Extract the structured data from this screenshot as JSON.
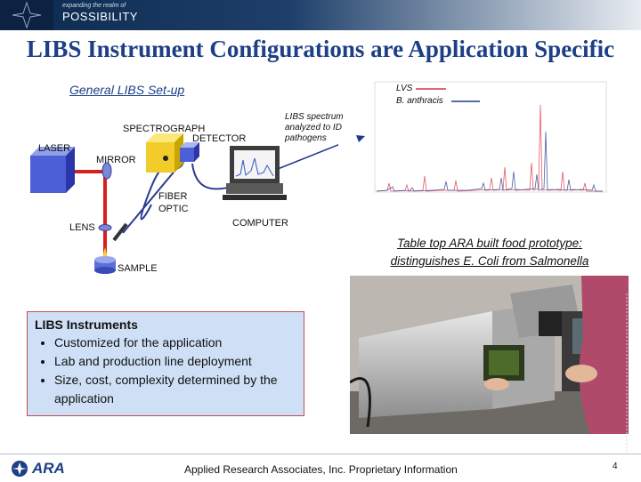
{
  "header": {
    "tagline_small": "expanding the realm of",
    "tagline_big": "POSSIBILITY"
  },
  "title": "LIBS Instrument Configurations are Application Specific",
  "setup": {
    "heading": "General LIBS Set-up",
    "labels": {
      "spectrograph": "SPECTROGRAPH",
      "detector": "DETECTOR",
      "laser": "LASER",
      "mirror": "MIRROR",
      "fiber_line1": "FIBER",
      "fiber_line2": "OPTIC",
      "computer": "COMPUTER",
      "lens": "LENS",
      "sample": "SAMPLE"
    },
    "spectrum_note_lines": [
      "LIBS spectrum",
      "analyzed to ID",
      "pathogens"
    ]
  },
  "spectrum_legend": [
    {
      "name": "LVS",
      "color": "#e0303a"
    },
    {
      "name": "B. anthracis",
      "color": "#1f3a8a"
    }
  ],
  "food_caption": {
    "line1": "Table top ARA built food prototype:",
    "line2": "distinguishes E. Coli from Salmonella"
  },
  "libs_box": {
    "heading": "LIBS Instruments",
    "bullets": [
      "Customized for the application",
      "Lab and production line deployment",
      "Size, cost, complexity determined by the application"
    ]
  },
  "footer": {
    "logo_text": "ARA",
    "text": "Applied Research Associates, Inc. Proprietary Information",
    "page": "4"
  },
  "colors": {
    "title": "#1c3f86",
    "box_fill": "#cfe0f6",
    "box_border": "#c0504d",
    "laser_beam": "#d62020"
  }
}
